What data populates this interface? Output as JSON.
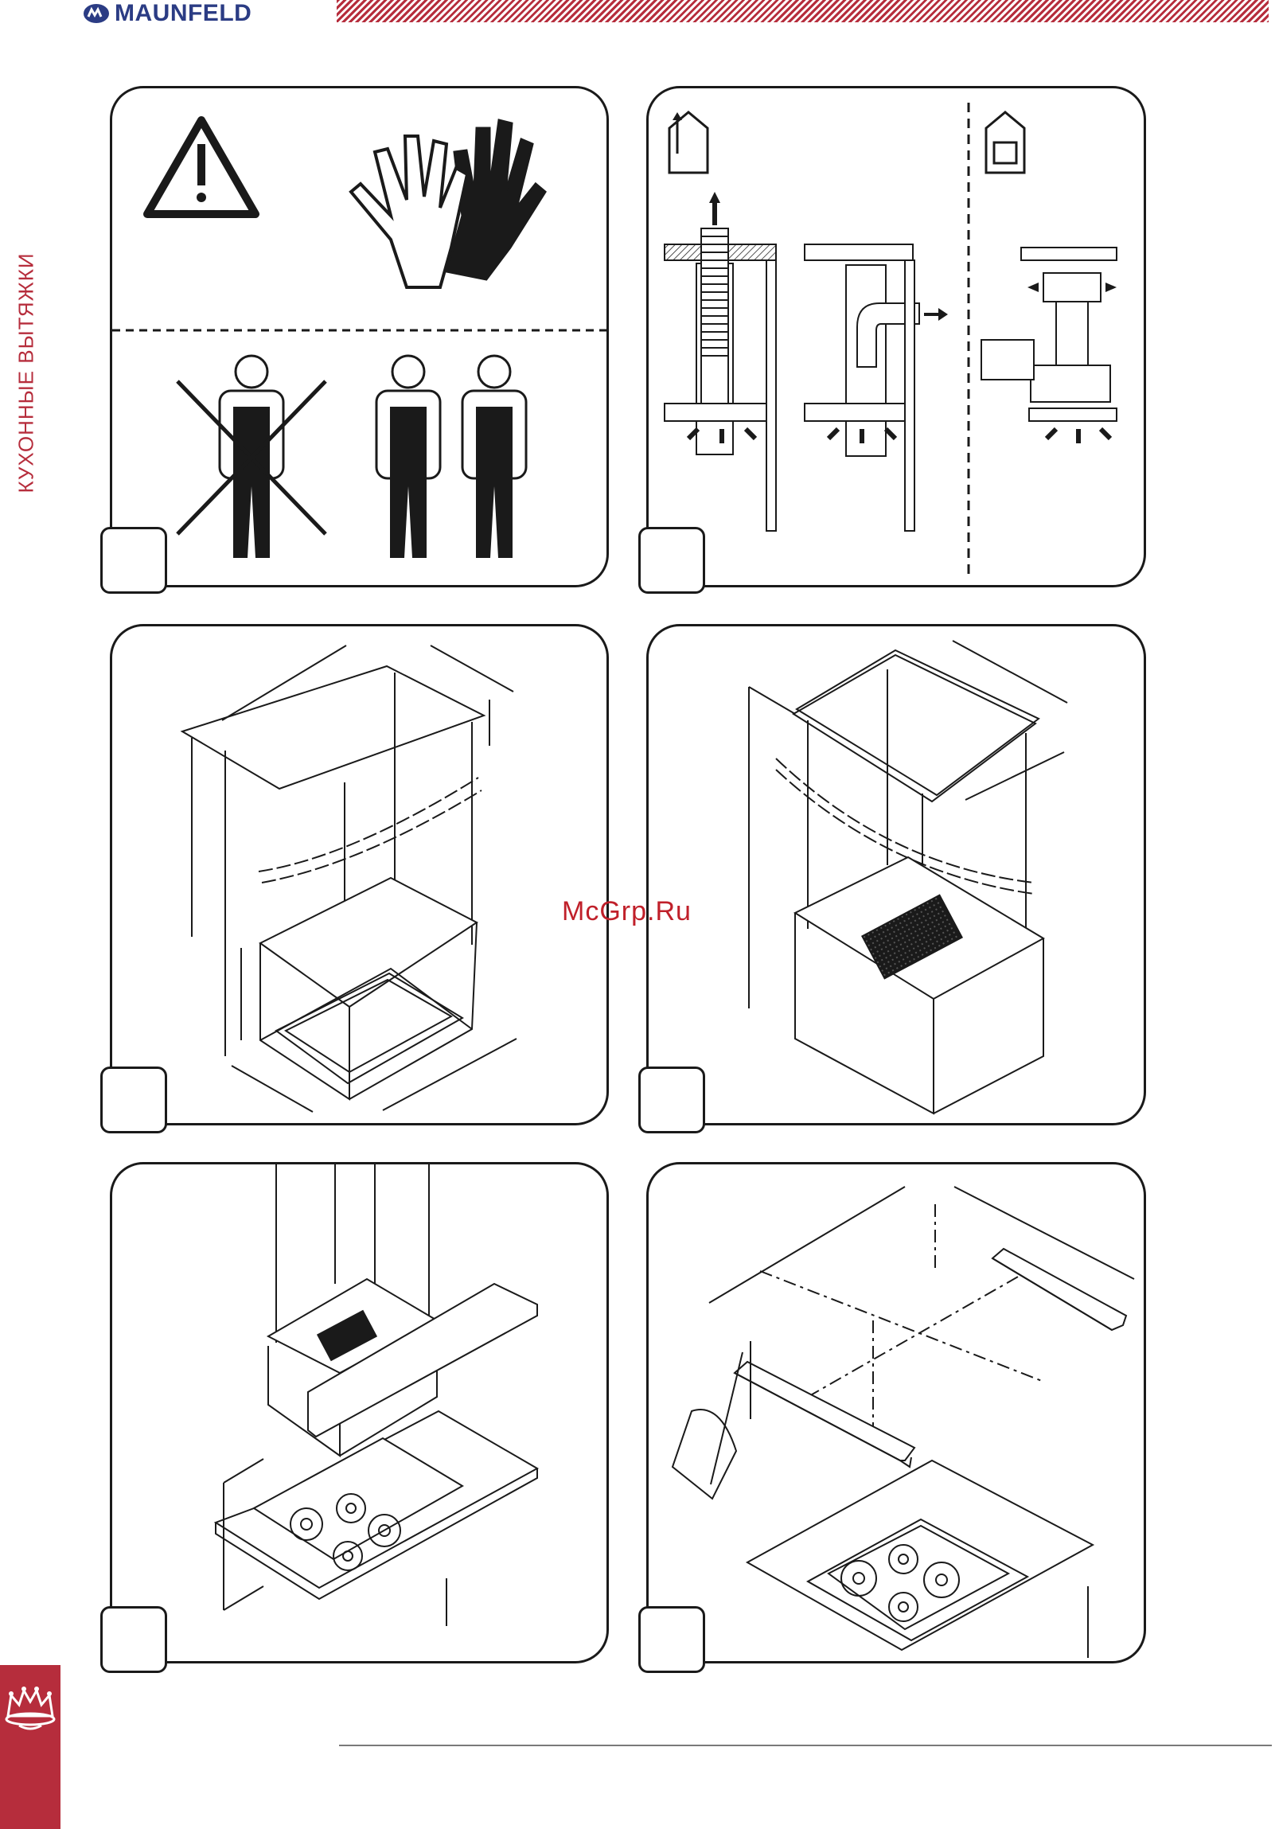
{
  "header": {
    "brand": "MAUNFELD",
    "side_title": "КУХОННЫЕ ВЫТЯЖКИ"
  },
  "watermark": "McGrp.Ru",
  "colors": {
    "brand_red": "#b62d3c",
    "brand_blue": "#2b3c84",
    "ink": "#1a1a1a"
  },
  "icons": {
    "warning": "warning-triangle-icon",
    "gloves": "protective-gloves-icon",
    "crown": "crown-icon",
    "exhaust_mode": "house-exhaust-icon",
    "recirculation_mode": "house-recirculation-icon"
  },
  "panels": [
    {
      "id": "safety",
      "step_label": ""
    },
    {
      "id": "operation-modes",
      "step_label": ""
    },
    {
      "id": "dimensions",
      "step_label": ""
    },
    {
      "id": "duct-assembly",
      "step_label": ""
    },
    {
      "id": "mounting-height",
      "step_label": ""
    },
    {
      "id": "ceiling-marking",
      "step_label": ""
    }
  ]
}
